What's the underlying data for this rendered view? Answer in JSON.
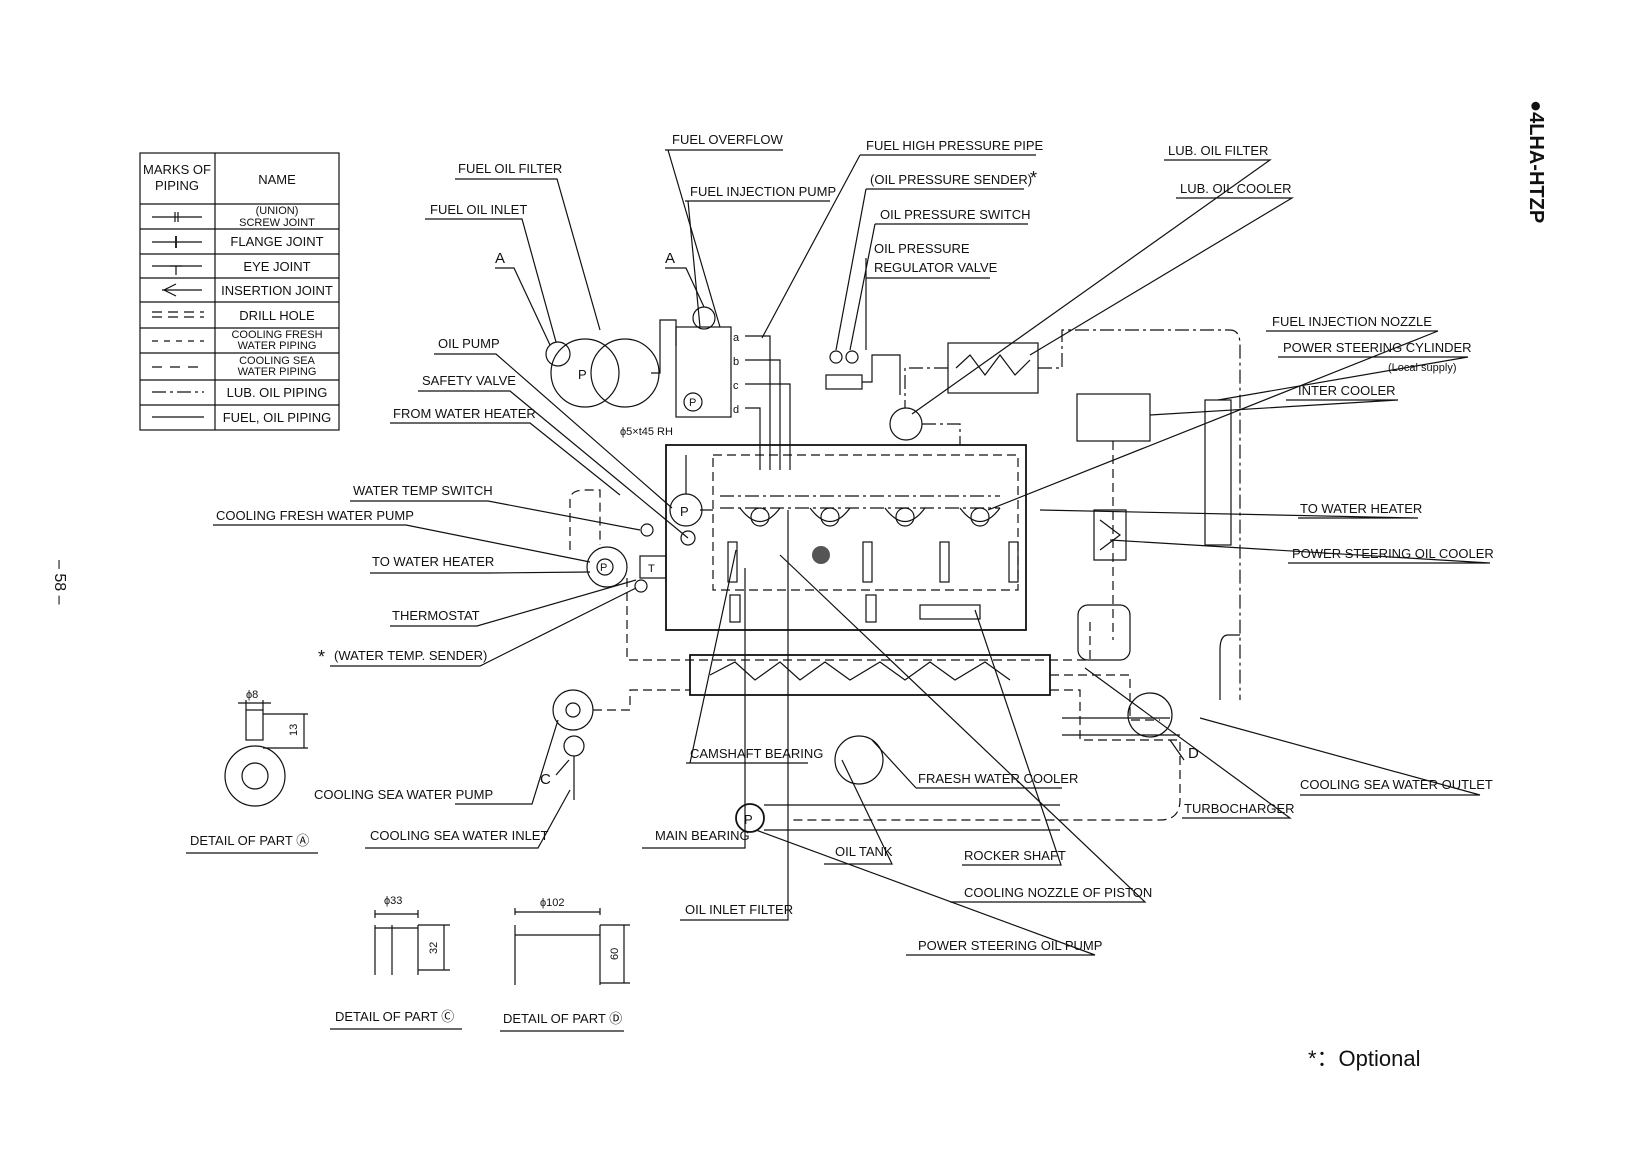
{
  "page_title": "●4LHA-HTZP",
  "page_number": "– 58 –",
  "footnote": "*：Optional",
  "legend": {
    "header_marks": [
      "MARKS OF",
      "PIPING"
    ],
    "header_name": "NAME",
    "rows": [
      {
        "mark": "screw-joint-mark",
        "name": [
          "(UNION)",
          "SCREW JOINT"
        ]
      },
      {
        "mark": "flange-joint-mark",
        "name": [
          "FLANGE JOINT"
        ]
      },
      {
        "mark": "eye-joint-mark",
        "name": [
          "EYE JOINT"
        ]
      },
      {
        "mark": "insertion-joint-mark",
        "name": [
          "INSERTION JOINT"
        ]
      },
      {
        "mark": "drill-hole-mark",
        "name": [
          "DRILL HOLE"
        ]
      },
      {
        "mark": "fresh-water-dash-mark",
        "name": [
          "COOLING  FRESH",
          "WATER  PIPING"
        ]
      },
      {
        "mark": "sea-water-dash-mark",
        "name": [
          "COOLING SEA",
          "WATER  PIPING"
        ]
      },
      {
        "mark": "lub-oil-dashdot-mark",
        "name": [
          "LUB. OIL PIPING"
        ]
      },
      {
        "mark": "fuel-solid-mark",
        "name": [
          "FUEL, OIL PIPING"
        ]
      }
    ]
  },
  "callouts": {
    "fuel_overflow": "FUEL OVERFLOW",
    "fuel_high_pressure_pipe": "FUEL HIGH PRESSURE PIPE",
    "fuel_oil_filter": "FUEL OIL FILTER",
    "fuel_injection_pump": "FUEL INJECTION PUMP",
    "oil_pressure_sender": "(OIL PRESSURE SENDER)",
    "asterisk": "*",
    "fuel_oil_inlet": "FUEL OIL INLET",
    "oil_pressure_switch": "OIL PRESSURE SWITCH",
    "oil_pressure_regulator_1": "OIL PRESSURE",
    "oil_pressure_regulator_2": "REGULATOR VALVE",
    "lub_oil_filter": "LUB. OIL FILTER",
    "lub_oil_cooler": "LUB. OIL COOLER",
    "fuel_injection_nozzle": "FUEL  INJECTION  NOZZLE",
    "power_steering_cylinder": "POWER STEERING CYLINDER",
    "local_supply": "(Local supply)",
    "inter_cooler": "INTER  COOLER",
    "oil_pump": "OIL PUMP",
    "safety_valve": "SAFETY VALVE",
    "from_water_heater": "FROM WATER HEATER",
    "drill_spec": "ϕ5×t45 RH",
    "water_temp_switch": "WATER TEMP SWITCH",
    "cooling_fresh_water_pump": "COOLING  FRESH WATER PUMP",
    "to_water_heater_left": "TO WATER HEATER",
    "thermostat": "THERMOSTAT",
    "water_temp_sender": "(WATER TEMP. SENDER)",
    "to_water_heater_right": "TO  WATER  HEATER",
    "power_steering_oil_cooler": "POWER STEERING OIL COOLER",
    "camshaft_bearing": "CAMSHAFT BEARING",
    "fresh_water_cooler": "FRAESH WATER COOLER",
    "cooling_sea_water_outlet": "COOLING SEA WATER OUTLET",
    "turbocharger": "TURBOCHARGER",
    "cooling_sea_water_pump": "COOLING SEA WATER PUMP",
    "cooling_sea_water_inlet": "COOLING SEA WATER INLET",
    "main_bearing": "MAIN BEARING",
    "oil_tank": "OIL TANK",
    "rocker_shaft": "ROCKER SHAFT",
    "cooling_nozzle_of_piston": "COOLING NOZZLE OF PISTON",
    "oil_inlet_filter": "OIL INLET FILTER",
    "power_steering_oil_pump": "POWER STEERING OIL PUMP"
  },
  "markers": {
    "a": "A",
    "c": "C",
    "d": "D",
    "p": "P",
    "t": "T",
    "port_a": "a",
    "port_b": "b",
    "port_c": "c",
    "port_d": "d"
  },
  "details": {
    "part_a": {
      "label": "DETAIL OF PART Ⓐ",
      "dia": "ϕ8",
      "height": "13"
    },
    "part_c": {
      "label": "DETAIL OF PART Ⓒ",
      "dia": "ϕ33",
      "height": "32"
    },
    "part_d": {
      "label": "DETAIL OF PART Ⓓ",
      "dia": "ϕ102",
      "height": "60"
    }
  }
}
